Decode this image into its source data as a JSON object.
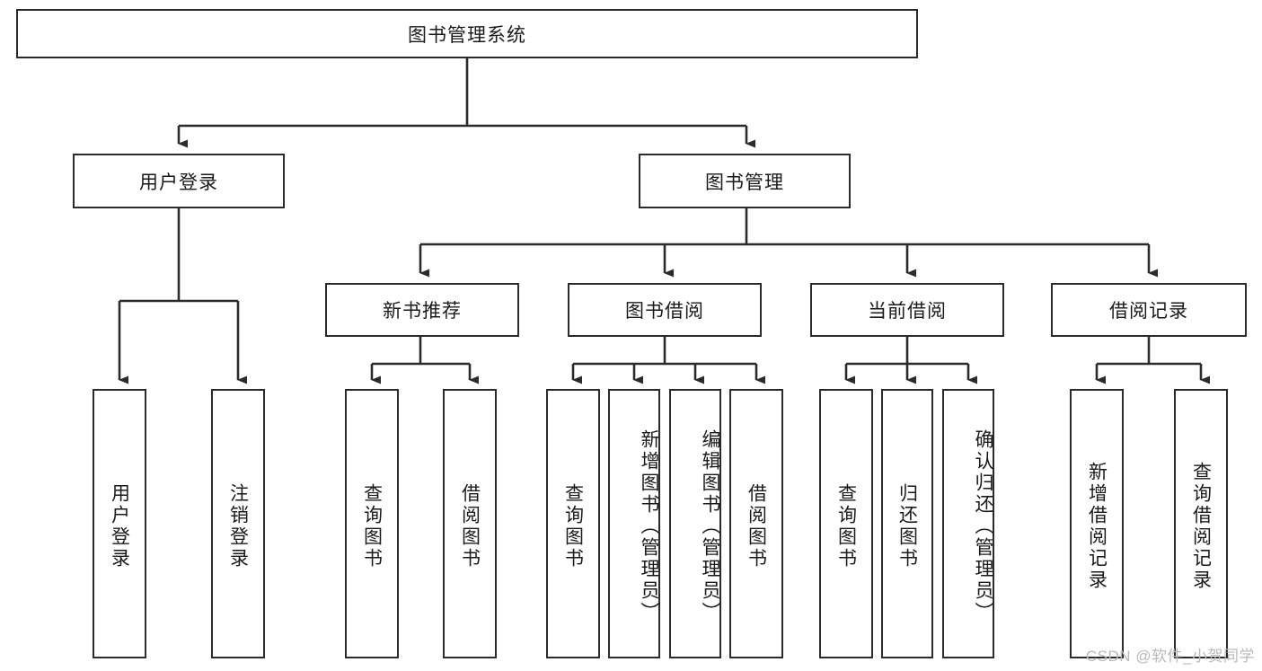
{
  "diagram": {
    "title": "图书管理系统",
    "type": "tree-hierarchy-diagram",
    "colors": {
      "box_border": "#2b2b2b",
      "connector": "#2b2b2b",
      "background": "#ffffff",
      "text": "#1a1a1a",
      "watermark": "#b9b9b9"
    },
    "root": {
      "label": "图书管理系统"
    },
    "level2": [
      {
        "label": "用户登录"
      },
      {
        "label": "图书管理"
      }
    ],
    "level3": [
      {
        "label": "新书推荐"
      },
      {
        "label": "图书借阅"
      },
      {
        "label": "当前借阅"
      },
      {
        "label": "借阅记录"
      }
    ],
    "leaves": {
      "user_login": [
        {
          "label": "用户登录"
        },
        {
          "label": "注销登录"
        }
      ],
      "new_book_recommend": [
        {
          "label": "查询图书"
        },
        {
          "label": "借阅图书"
        }
      ],
      "book_borrow": [
        {
          "label": "查询图书"
        },
        {
          "label": "新增图书（管理员）"
        },
        {
          "label": "编辑图书（管理员）"
        },
        {
          "label": "借阅图书"
        }
      ],
      "current_borrow": [
        {
          "label": "查询图书"
        },
        {
          "label": "归还图书"
        },
        {
          "label": "确认归还（管理员）"
        }
      ],
      "borrow_record": [
        {
          "label": "新增借阅记录"
        },
        {
          "label": "查询借阅记录"
        }
      ]
    }
  },
  "watermark": {
    "text": "CSDN @软件_小贺同学"
  }
}
